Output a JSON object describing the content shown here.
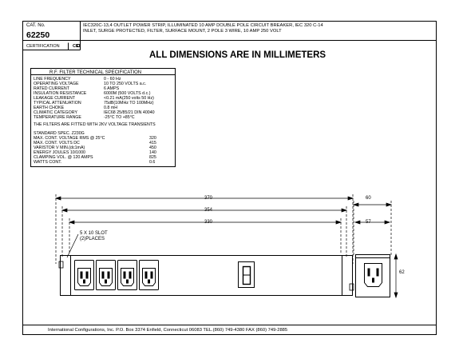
{
  "title_block": {
    "cat_label": "CAT. No.",
    "cat_number": "62250",
    "description_line1": "IEC320C-13,4 OUTLET POWER STRIP, ILLUMINATED 10 AMP DOUBLE POLE CIRCUIT BREAKER, IEC 320 C-14",
    "description_line2": "INLET, SURGE PROTECTED, FILTER, SURFACE MOUNT, 2 POLE 3 WIRE, 10 AMP 250 VOLT",
    "certification_label": "CERTIFICATION",
    "certification_mark": "CE"
  },
  "heading": "ALL DIMENSIONS ARE IN MILLIMETERS",
  "spec_box": {
    "title": "R.F. FILTER TECHNICAL SPECIFICATION",
    "rows": [
      {
        "label": "LINE FREQUENCY",
        "value": "0 - 60 Hz"
      },
      {
        "label": "OPERATING VOLTAGE",
        "value": "10 TO 250 VOLTS a.c."
      },
      {
        "label": "RATED CURRENT",
        "value": "6 AMPS"
      },
      {
        "label": "INSULATION RESISTANCE",
        "value": "6000M  (500 VOLTS d.c.)"
      },
      {
        "label": "LEAKAGE CURRENT",
        "value": "<0.21 mA(250 volts 50 Hz)"
      },
      {
        "label": "TYPICAL ATTENUATION",
        "value": "75dB(10MHz TO 100MHz)"
      },
      {
        "label": "EARTH CHOKE",
        "value": "0.8 mH"
      },
      {
        "label": "CLIMATIC CATEGORY",
        "value": "IEC68 25/85/21 DIN 40040"
      },
      {
        "label": "TEMPERATURE RANGE",
        "value": "-25°C TO +85°C"
      }
    ],
    "note": "THE FILTERS ARE FITTED WITH 2KV VOLTAGE TRANSIENTS",
    "standard_title": "STANDARD SPEC. Z230G",
    "standard_rows": [
      {
        "label": "MAX. CONT. VOLTAGE RMS @ 25°C",
        "value": "320"
      },
      {
        "label": "MAX. CONT. VOLTS DC",
        "value": "415"
      },
      {
        "label": "VARISTOR V MIN.(dc1mA)",
        "value": "450"
      },
      {
        "label": "ENERGY JOULES 10/1000",
        "value": "140"
      },
      {
        "label": "CLAMPING VOL. @ 120 AMPS",
        "value": "825"
      },
      {
        "label": "WATTS CONT.",
        "value": "0.6"
      }
    ]
  },
  "dimensions": {
    "overall_length": "370",
    "hole_spacing": "354",
    "body_length": "330",
    "side_width": "60",
    "side_inner": "57",
    "height": "62",
    "slot_note_line1": "5 X 10 SLOT",
    "slot_note_line2": "(2)PLACES"
  },
  "footer": "International Configurations, Inc.  P.O. Box 3374  Enfield, Connecticut 06083  TEL.(860) 749-4380  FAX (860) 749-2885"
}
